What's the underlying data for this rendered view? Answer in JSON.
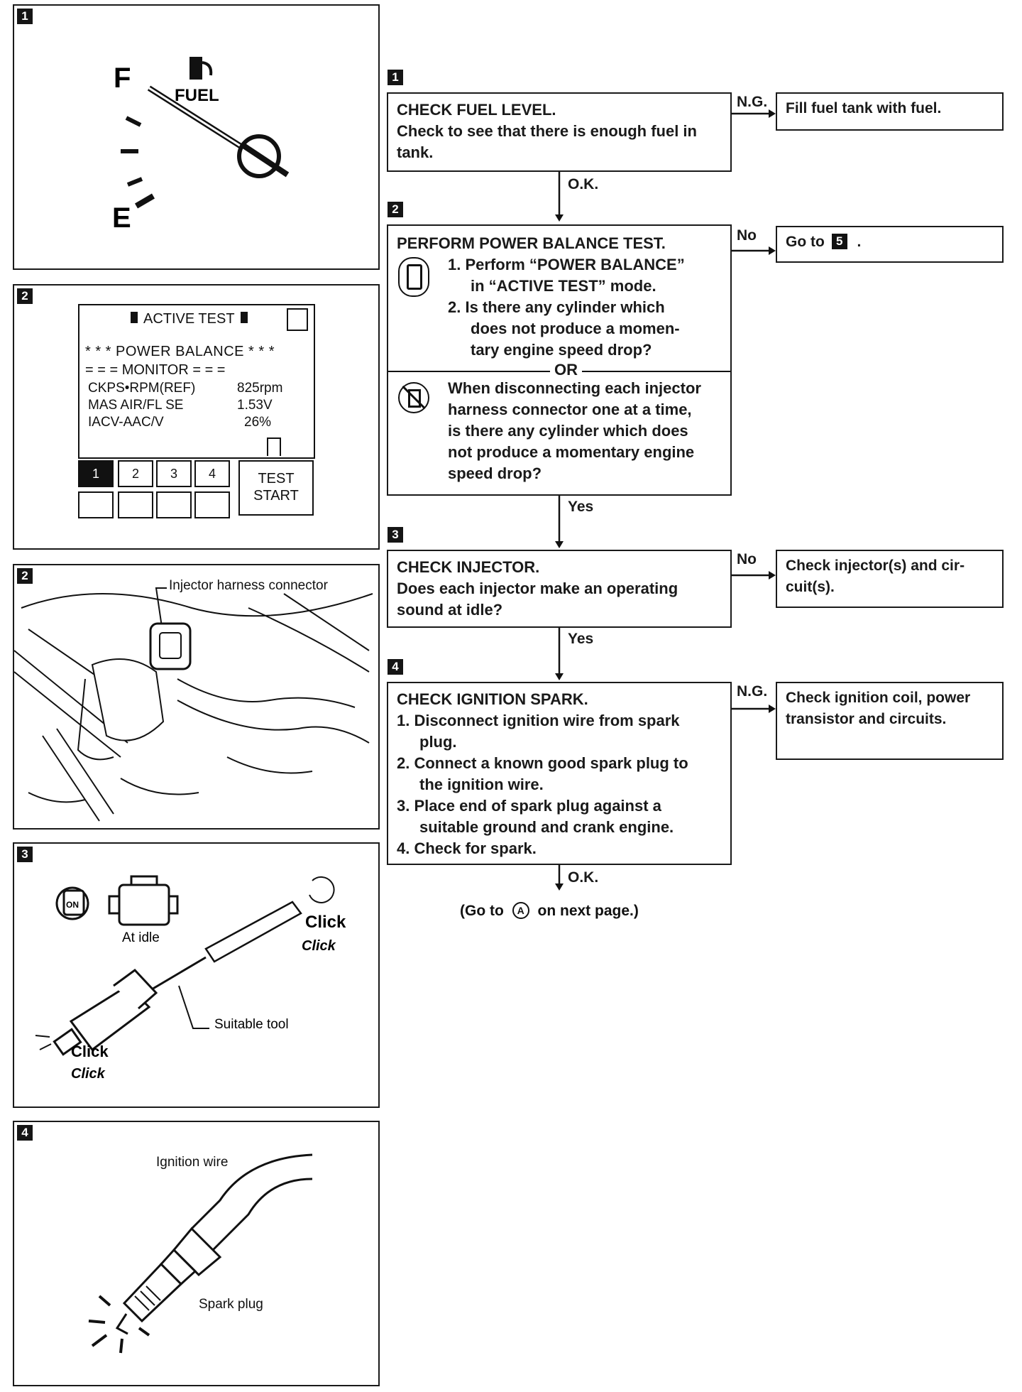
{
  "illustrations": {
    "p1": {
      "badge": "1",
      "gauge_full": "F",
      "gauge_empty": "E",
      "fuel_label": "FUEL"
    },
    "p2": {
      "badge": "2",
      "title": "ACTIVE TEST",
      "header": "* * * POWER BALANCE * * *",
      "monitor": "= = = MONITOR = = =",
      "rows": [
        {
          "name": "CKPS•RPM(REF)",
          "value": "825rpm"
        },
        {
          "name": "MAS AIR/FL SE",
          "value": "1.53V"
        },
        {
          "name": "IACV-AAC/V",
          "value": "26%"
        }
      ],
      "cyl_buttons": [
        "1",
        "2",
        "3",
        "4"
      ],
      "test_line1": "TEST",
      "test_line2": "START"
    },
    "p3": {
      "badge": "2",
      "callout": "Injector harness connector"
    },
    "p4": {
      "badge": "3",
      "key_label": "ON",
      "idle_label": "At idle",
      "click": "Click",
      "tool_label": "Suitable tool"
    },
    "p5": {
      "badge": "4",
      "wire_label": "Ignition wire",
      "plug_label": "Spark plug"
    }
  },
  "flow": {
    "step1": {
      "badge": "1",
      "title": "CHECK FUEL LEVEL.",
      "lines": [
        "Check to see that there is enough fuel in",
        "tank."
      ],
      "branch_label": "N.G.",
      "result": "Fill fuel tank with fuel.",
      "down_label": "O.K."
    },
    "step2": {
      "badge": "2",
      "title": "PERFORM POWER BALANCE TEST.",
      "a_lines": [
        "1.  Perform “POWER BALANCE”",
        "in “ACTIVE TEST” mode.",
        "2.  Is there any cylinder which",
        "does not produce a momen-",
        "tary engine speed drop?"
      ],
      "or_label": "OR",
      "b_lines": [
        "When disconnecting each injector",
        "harness connector one at a time,",
        "is there any cylinder which does",
        "not produce a momentary engine",
        "speed drop?"
      ],
      "branch_label": "No",
      "result_prefix": "Go to",
      "result_ref": "5",
      "result_suffix": ".",
      "down_label": "Yes"
    },
    "step3": {
      "badge": "3",
      "title": "CHECK INJECTOR.",
      "lines": [
        "Does each injector make an operating",
        "sound at idle?"
      ],
      "branch_label": "No",
      "result_lines": [
        "Check injector(s) and cir-",
        "cuit(s)."
      ],
      "down_label": "Yes"
    },
    "step4": {
      "badge": "4",
      "title": "CHECK IGNITION SPARK.",
      "lines": [
        "1.  Disconnect ignition wire from spark",
        "plug.",
        "2.  Connect a known good spark plug to",
        "the ignition wire.",
        "3.  Place end of spark plug against a",
        "suitable ground and crank engine.",
        "4.  Check for spark."
      ],
      "branch_label": "N.G.",
      "result_lines": [
        "Check ignition coil, power",
        "transistor and circuits."
      ],
      "down_label": "O.K."
    },
    "footer": {
      "prefix": "(Go to",
      "ref": "A",
      "suffix": "on next page.)"
    }
  }
}
